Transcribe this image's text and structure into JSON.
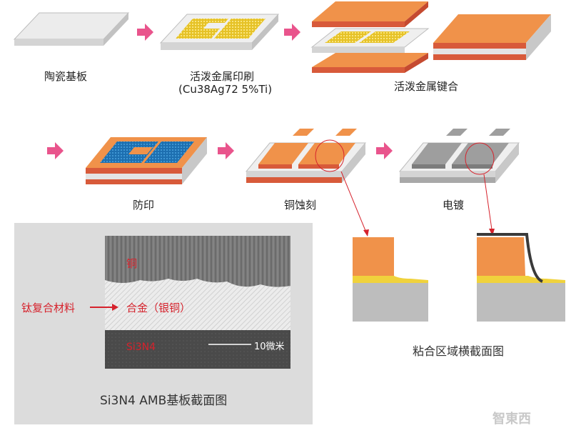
{
  "steps": {
    "ceramic_substrate": "陶瓷基板",
    "active_metal_printing": "活泼金属印刷",
    "active_metal_printing_composition": "(Cu38Ag72 5%Ti)",
    "active_metal_bonding": "活泼金属键合",
    "resist_printing": "防印",
    "copper_etching": "铜蚀刻",
    "electroplating": "电镀"
  },
  "bonding_zone_caption": "粘合区域横截面图",
  "cross_section": {
    "label_copper": "铜",
    "label_alloy": "合金（银铜）",
    "label_si3n4": "Si3N4",
    "scale_bar": "10微米",
    "arrow_label": "钛复合材料",
    "caption": "Si3N4 AMB基板截面图"
  },
  "colors": {
    "ceramic": "#e6e6e6",
    "copper": "#f0924a",
    "copper_edge": "#d85a3a",
    "print_yellow": "#f0d23c",
    "resist_blue": "#2b86c4",
    "plated_grey": "#a8a8a8",
    "arrow_pink": "#e9548c",
    "label_red": "#d6222c"
  },
  "watermark": "智東西"
}
